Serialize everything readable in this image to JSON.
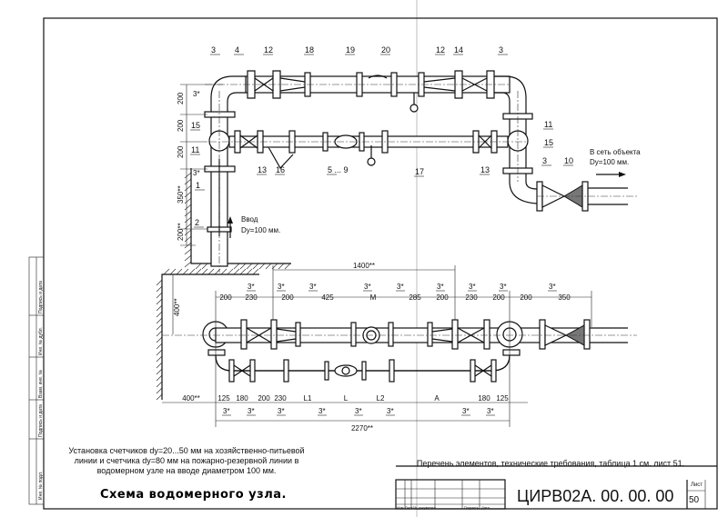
{
  "top_scheme": {
    "callouts": [
      "3",
      "4",
      "12",
      "18",
      "19",
      "20",
      "12",
      "14",
      "3",
      "15",
      "11",
      "13",
      "16",
      "5 ... 9",
      "17",
      "13",
      "11",
      "15",
      "3",
      "10",
      "1",
      "2"
    ],
    "side_dims": [
      "200",
      "200",
      "200",
      "350**",
      "200**"
    ],
    "weld_marks": [
      "3*",
      "3*"
    ],
    "inlet_label": "Ввод",
    "inlet_size": "Dy=100 мм.",
    "outlet_label": "В сеть объекта",
    "outlet_size": "Dy=100 мм."
  },
  "bottom_scheme": {
    "overall_top": "1400**",
    "overall_bottom": "2270**",
    "wall_dim": "400**",
    "top_dims": [
      "200",
      "230",
      "200",
      "425",
      "M",
      "285",
      "200",
      "230",
      "200",
      "200",
      "350"
    ],
    "top_weld_marks": [
      "3*",
      "3*",
      "3*",
      "3*",
      "3*",
      "3*",
      "3*",
      "3*",
      "3*"
    ],
    "bottom_dims": [
      "400**",
      "125",
      "180",
      "200",
      "230",
      "L1",
      "L",
      "L2",
      "A",
      "180",
      "125"
    ],
    "bottom_weld_marks": [
      "3*",
      "3*",
      "3*",
      "3*",
      "3*",
      "3*",
      "3*",
      "3*"
    ]
  },
  "notes": {
    "left": "Установка счетчиков dy=20...50 мм на хозяйственно-питьевой линии и счетчика dy=80 мм на пожарно-резервной линии в водомерном узле на вводе диаметром 100 мм.",
    "caption": "Схема водомерного узла.",
    "right": "Перечень элементов, технические требования, таблица 1 см. лист 51."
  },
  "title_block": {
    "columns": [
      "Изм",
      "Лист",
      "№ документа",
      "Подпись",
      "Дата"
    ],
    "doc_code": "ЦИРВ02А. 00. 00. 00",
    "sheet_label": "Лист",
    "sheet_number": "50"
  },
  "side_stamp": [
    "Подпись и дата",
    "Инв. № дубл.",
    "Взам. инв. №",
    "Подпись и дата",
    "Инв. № подл."
  ]
}
